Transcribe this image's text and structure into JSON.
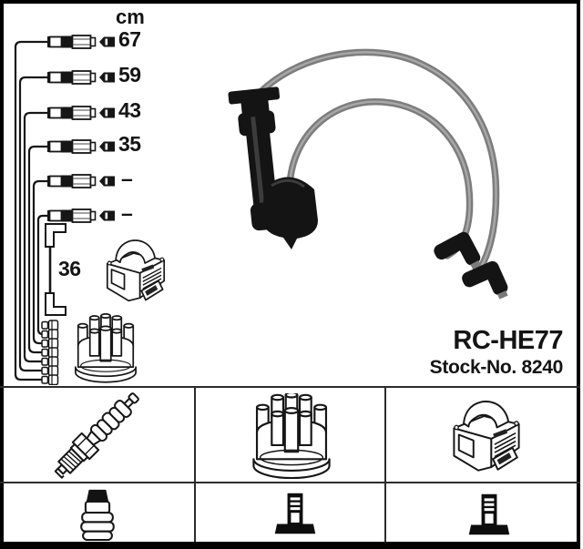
{
  "product": {
    "model": "RC-HE77",
    "stock": "Stock-No. 8240"
  },
  "schematic": {
    "unit_header": "cm",
    "rows": [
      {
        "length": "67"
      },
      {
        "length": "59"
      },
      {
        "length": "43"
      },
      {
        "length": "35"
      },
      {
        "length": "–"
      },
      {
        "length": "–"
      }
    ],
    "coil_wire_length": "36"
  },
  "legend": {
    "row1": [
      {
        "icon": "spark-plug"
      },
      {
        "icon": "distributor-cap"
      },
      {
        "icon": "ignition-coil"
      }
    ],
    "row2": [
      {
        "icon": "plug-terminal"
      },
      {
        "icon": "distributor-post-terminal"
      },
      {
        "icon": "distributor-post-terminal"
      }
    ]
  },
  "colors": {
    "background": "#ffffff",
    "line": "#1a1a1a",
    "cable_gray": "#858585",
    "boot_black": "#141414"
  }
}
